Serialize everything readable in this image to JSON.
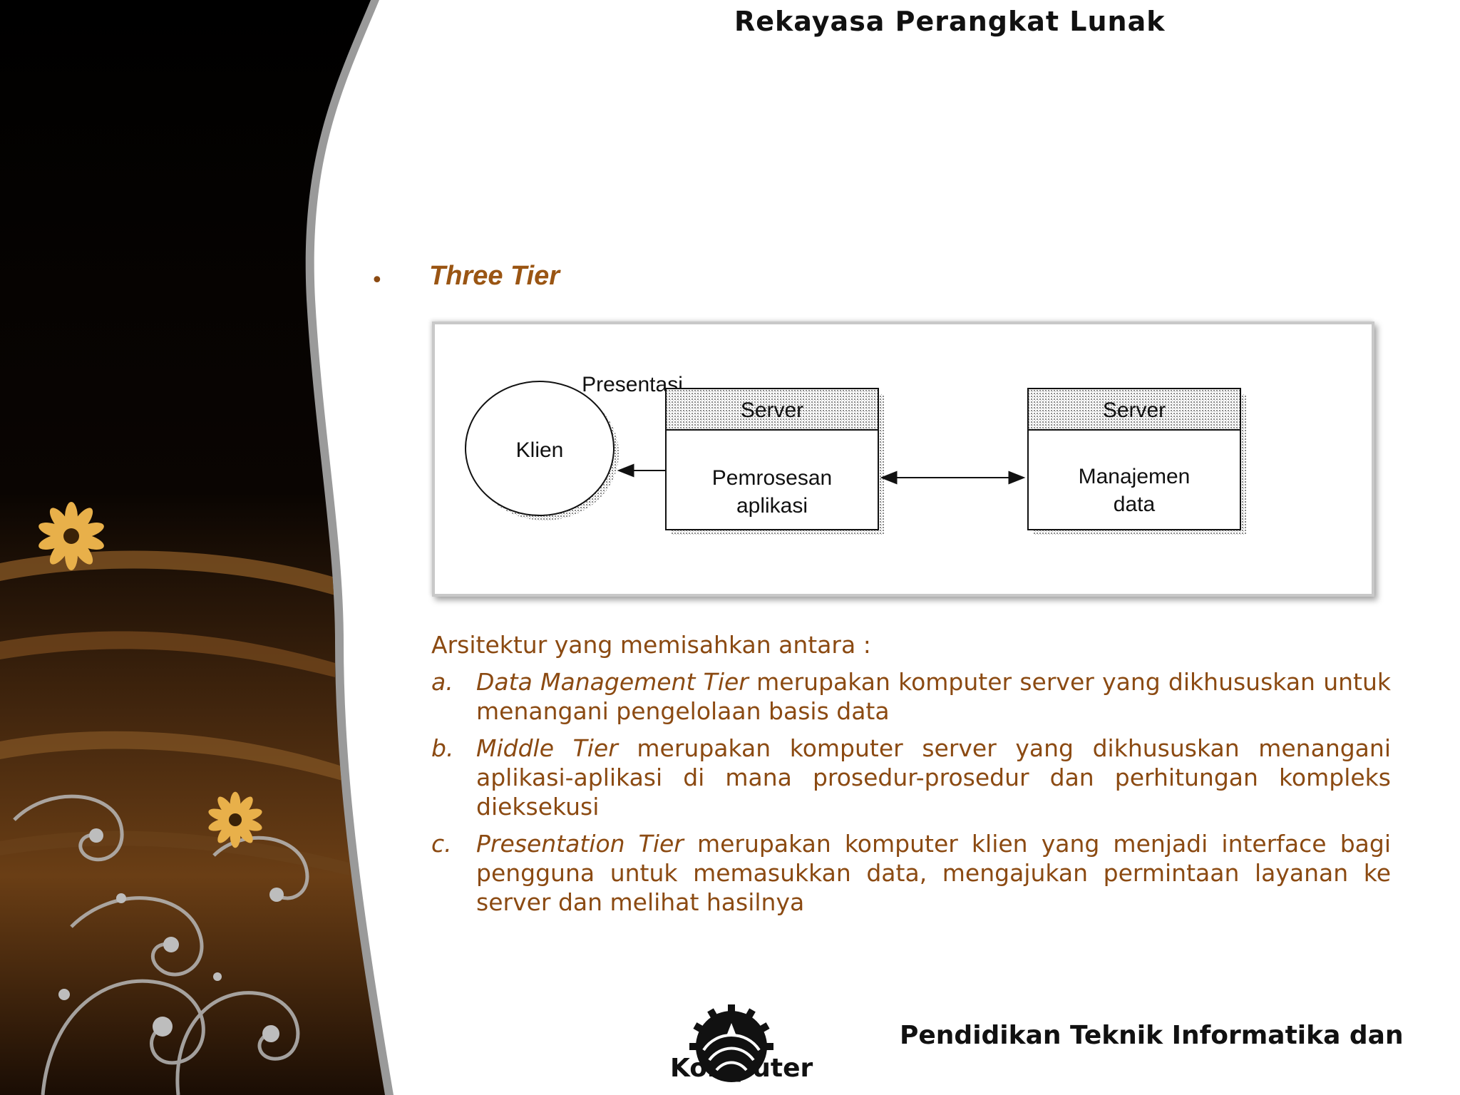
{
  "header": {
    "title": "Rekayasa Perangkat Lunak"
  },
  "slide": {
    "bullet": "Three Tier",
    "diagram": {
      "presentation_label": "Presentasi",
      "client_label": "Klien",
      "server1_header": "Server",
      "server1_body_line1": "Pemrosesan",
      "server1_body_line2": "aplikasi",
      "server2_header": "Server",
      "server2_body_line1": "Manajemen",
      "server2_body_line2": "data"
    },
    "intro": "Arsitektur yang memisahkan antara :",
    "items": [
      {
        "marker": "a.",
        "term": "Data Management Tier",
        "text": " merupakan komputer server yang dikhususkan untuk menangani pengelolaan basis data"
      },
      {
        "marker": "b.",
        "term": "Middle Tier",
        "text": " merupakan komputer server yang dikhususkan menangani aplikasi-aplikasi di mana prosedur-prosedur dan perhitungan kompleks dieksekusi"
      },
      {
        "marker": "c.",
        "term": "Presentation Tier",
        "text": " merupakan komputer klien yang menjadi interface bagi pengguna untuk memasukkan data, mengajukan permintaan layanan ke server dan melihat hasilnya"
      }
    ]
  },
  "footer": {
    "line1": "Pendidikan Teknik Informatika dan",
    "logo_caption": "Komputer"
  },
  "colors": {
    "accent": "#9A5513",
    "body_text": "#8B4A12",
    "flower": "#E8B04A"
  }
}
